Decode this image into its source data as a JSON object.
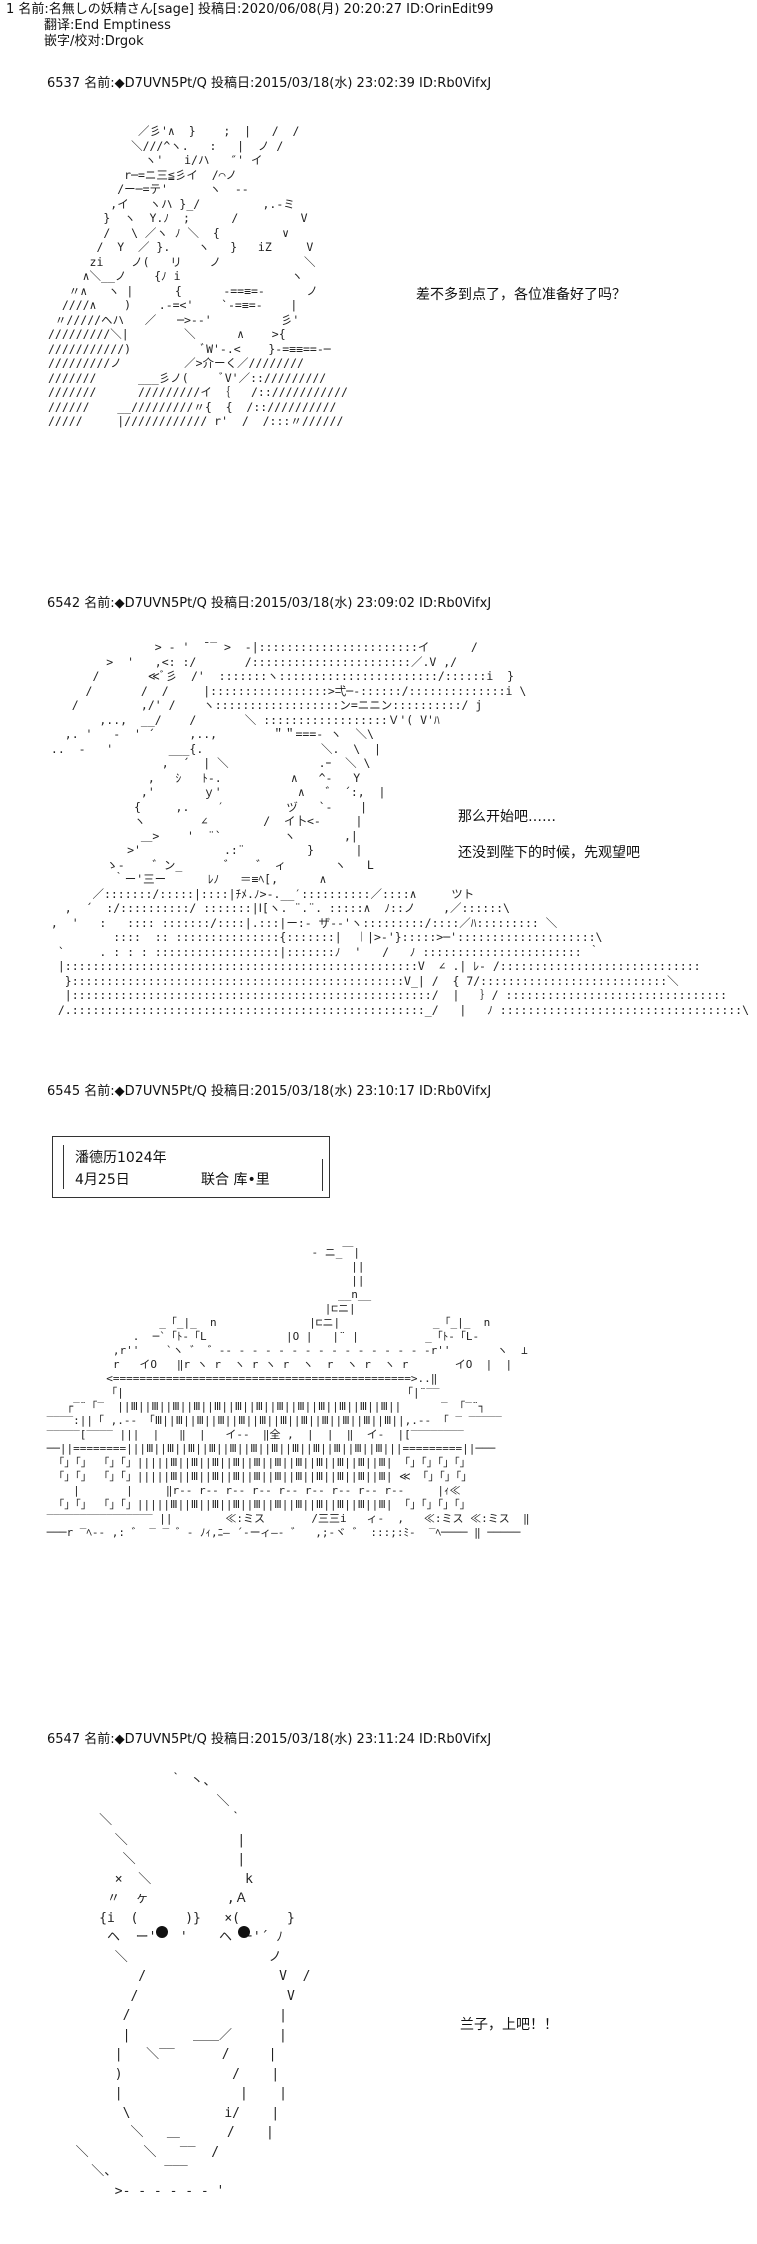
{
  "thread": {
    "title_line": "1 名前:名無しの妖精さん[sage] 投稿日:2020/06/08(月) 20:20:27 ID:OrinEdit99",
    "translator": "翻译:End Emptiness",
    "typesetter": "嵌字/校对:Drgok"
  },
  "posts": [
    {
      "header": "6537 名前:◆D7UVN5Pt/Q 投稿日:2015/03/18(水) 23:02:39 ID:Rb0VifxJ",
      "dialog": [
        "差不多到点了，各位准备好了吗？"
      ]
    },
    {
      "header": "6542 名前:◆D7UVN5Pt/Q 投稿日:2015/03/18(水) 23:09:02 ID:Rb0VifxJ",
      "dialog": [
        "那么开始吧……",
        "还没到陛下的时候，先观望吧"
      ]
    },
    {
      "header": "6545 名前:◆D7UVN5Pt/Q 投稿日:2015/03/18(水) 23:10:17 ID:Rb0VifxJ",
      "caption": {
        "line1": "潘德历1024年",
        "line2": "4月25日",
        "line3": "联合  库•里"
      }
    },
    {
      "header": "6547 名前:◆D7UVN5Pt/Q 投稿日:2015/03/18(水) 23:11:24 ID:Rb0VifxJ",
      "dialog": [
        "兰子，上吧！！"
      ]
    }
  ],
  "art": {
    "a1": "             ／彡'∧  }    ;  |   /  /\n            ＼///^ヽ.   :   |  ノ /\n              ヽ'   i/ハ   ″' イ\n           r─=ニ三≦彡イ  /⌒ノ\n          /ー─=テ'      ヽ  -‐\n         ,イ   ヽハ }_/         ,.-ミ\n        }  ヽ  Y.ﾉ  ;      /         V\n        /   \\ ／ヽ ﾉ ＼  {         ∨\n       /  Y  ／ }.    ヽ   }   iZ     V\n      zi    ノ(   リ    ノ            ＼\n     ∧＼__ノ    {ﾉ i                ヽ\n   〃∧   ヽ |      {      -==≡=-      ノ\n  ////∧    )    .-=<'    `-=≡=-    |\n 〃/////ヘハ   ／   ─>-‐'          彡'\n/////////＼|        ＼      ∧    >{\n///////////)          ﾞW'‐.<    }-=≡≡==-─\n/////////ノ         ／>介ーく／////////\n///////      ___彡ノ(     ﾞV'／:://///////\n///////      /////////イ ｛   /::///////////\n//////    __/////////〃{  {  /:://////////\n/////     |//////////// r'  /  /:::〃//////",
    "a2": "                > - '  ̄ ‾ >  -|:::::::::::::::::::::::イ      /\n         >  '   ,<: :/       /:::::::::::::::::::::::／.V ,/\n       /       ≪ﾞ彡  /'  :::::::ヽ:::::::::::::::::::::::/::::::i  }\n      /       /  /     |:::::::::::::::::>弌─-::::::/::::::::::::::i \\\n    /         ,/' /    ヽ::::::::::::::::::ン=ニニン::::::::::/ j\n        ,..,  __/    /       ＼ ::::::::::::::::::Ｖ'( V'ﾊ\n   ,. '   -  ' ´     ,..,        ＂＂===- ヽ  ＼\\\n ..  -   '        ___{.                 ＼.  \\  |\n                 ,  ´  | ＼             .ｰ  ＼ \\\n               ,   ｼ   ﾄ-.          ∧   ^-   Y\n              ,'       ｙ'           ∧   ゛ ´:,  |\n             {     ,.    ′         ヅ   `‐    |\n             ヽ        ∠        /  イ卜<‐     |\n              ＿>    '  ¨`         ヽ       ,|\n            >'            .:¨         }      |\n         ゝ‐    ゛ン_      ゛   ゛ ィ       ヽ   L\n          ｀ー'三ー      ﾚﾉ   ＝≡ﾍ[,      ∧\n       ／:::::::/:::::|::::|ﾁﾒ.ﾉ>‐.__′::::::::::／::::∧     ツト\n   ,  ´  :/::::::::::/ :::::::|Ⅰ[ヽ. ¨.¨. :::::∧  ﾉ::ノ    ,／::::::\\\n ,  '   :   :::: :::::::/::::|.:::|ー:- ザ‐-'ヽ:::::::::/::::／ﾊ::::::::: ＼\n          ::::  :: :::::::::::::::{:::::::|  ︱|>‐'}:::::>─'::::::::::::::::::::\\\n  `     . : : : ::::::::::::::::::|:::::::ﾉ  '   /   ﾉ ::::::::::::::::::::::: ｀\n  |:::::::::::::::::::::::::::::::::::::::::::::::::::V  ∠ .| ﾚ‐ /:::::::::::::::::::::::::::::\n   }::::::::::::::::::::::::::::::::::::::::::::::::V_| /  { 7/:::::::::::::::::::::::::::＼\n   |::::::::::::::::::::::::::::::::::::::::::::::::::::/  |   ｝/ ::::::::::::::::::::::::::::::::\n  /.:::::::::::::::::::::::::::::::::::::::::::::::::::_/   |   ﾉ :::::::::::::::::::::::::::::::::::\\",
    "a3": "                                         - ニ_￣|\n                                               ||\n                                               ||\n                                             __n__\n                                           |⊏ニ|\n                  _「_|_  n              |⊏ニ|              _「_|_  n\n              .  ─`「ﾄ-「L            |O |   |¨ |          _「ﾄ-「L-\n           ,r''    `ヽ ゛ ゛‐- - - - - - - - - - - - - - - ‐r''       ヽ  ⊥\n           r   イO   ‖r ヽ r  ヽ r ヽ r  ヽ  r  ヽ r  ヽ r       イO  |  |\n          <=============================================>..‖\n          「|                                          「|¨‾‾\n    ┌‾¨「‾  ||Ⅲ||Ⅲ||Ⅲ||Ⅲ||Ⅲ||Ⅲ||Ⅲ||Ⅲ||Ⅲ||Ⅲ||Ⅲ||Ⅲ||Ⅲ||      ‾ 「‾¨┐\n ‾‾‾‾:||「 ,.-‐ 「Ⅲ||Ⅲ||Ⅲ||Ⅲ||Ⅲ||Ⅲ||Ⅲ||Ⅲ||Ⅲ||Ⅲ||Ⅲ||Ⅲ||,.-‐ 「 ‾ ‾‾‾‾‾\n ‾‾‾‾‾[‾‾‾‾ |||  |   ‖  |   イ--  ‖全 ,  |  |  ‖  イ-  |[‾‾‾‾‾‾‾‾\n ──||========|||Ⅲ||Ⅲ||Ⅲ||Ⅲ||Ⅲ||Ⅲ||Ⅲ||Ⅲ||Ⅲ||Ⅲ||Ⅲ||Ⅲ|||=========||───\n  「」「」 「」「」|||||Ⅲ||Ⅲ||Ⅲ||Ⅲ||Ⅲ||Ⅲ||Ⅲ||Ⅲ||Ⅲ||Ⅲ||Ⅲ| 「」「」「」「」\n  「」「」 「」「」|||||Ⅲ||Ⅲ||Ⅲ||Ⅲ||Ⅲ||Ⅲ||Ⅲ||Ⅲ||Ⅲ||Ⅲ||Ⅲ| ≪ 「」「」「」\n     |       |     ‖r-- r-- r-- r-- r-- r-- r-- r-- r--     |ｨ≪\n  「」「」 「」「」|||||Ⅲ||Ⅲ||Ⅲ||Ⅲ||Ⅲ||Ⅲ||Ⅲ||Ⅲ||Ⅲ||Ⅲ||Ⅲ| 「」「」「」「」\n ‾‾‾‾‾‾‾‾‾‾‾‾‾‾‾‾ ||        ≪:ミス       /三三i   ィ-  ,   ≪:ミス ≪:ミス  ‖\n ───r ‾ﾍ-‐ ,: ゛ ‾ ‾ ゛‐ ﾉｨ,ﾆ― ´‐ーィ―‐ ゛  ,;‐ヾ ゛ :::;:ﾐ‐  ‾ﾍ──── ‖ ─────",
    "a4": "              ｀ 丶、\n                    ＼\n     ＼               ｀\n       ＼              |\n        ＼             |\n       ×  ＼            k\n      〃  ヶ          ,Ａ\n     {i  (      )}   ×(      }\n      ヘ  ー'´  '    ヘ ー'´ ﾉ\n       ＼                  ノ\n          /                 V  /\n         /                   V\n        /                   |\n        |        ＿＿／      |\n       |   ＼‾‾      /     |\n       )              /    |\n       |               |    |\n        \\            i/    |\n         ＼   ＿      /    |\n  ＼       ＼   ‾‾  /\n    ＼、      ‾‾‾\n       >- - - - - ‐ '"
  }
}
